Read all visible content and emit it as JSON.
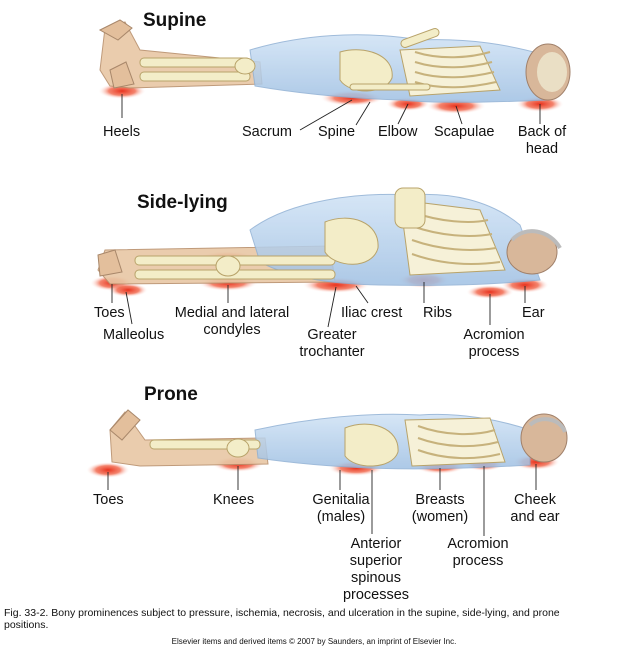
{
  "panels": [
    {
      "title": "Supine",
      "labels": [
        "Heels",
        "Sacrum",
        "Spine",
        "Elbow",
        "Scapulae",
        "Back of head"
      ]
    },
    {
      "title": "Side-lying",
      "labels": [
        "Toes",
        "Malleolus",
        "Medial and lateral condyles",
        "Iliac crest",
        "Greater trochanter",
        "Ribs",
        "Acromion process",
        "Ear"
      ]
    },
    {
      "title": "Prone",
      "labels": [
        "Toes",
        "Knees",
        "Genitalia (males)",
        "Anterior superior spinous processes",
        "Breasts (women)",
        "Acromion process",
        "Cheek and ear"
      ]
    }
  ],
  "caption": "Fig. 33-2. Bony prominences subject to pressure, ischemia, necrosis, and ulceration in the supine, side-lying, and prone positions.",
  "copyright": "Elsevier items and derived items © 2007 by Saunders, an imprint of Elsevier Inc.",
  "colors": {
    "pressure_red": "#e8321e",
    "body_blue": "#b7d3ee",
    "bone": "#f3edc8",
    "skin": "#d9b08c"
  }
}
